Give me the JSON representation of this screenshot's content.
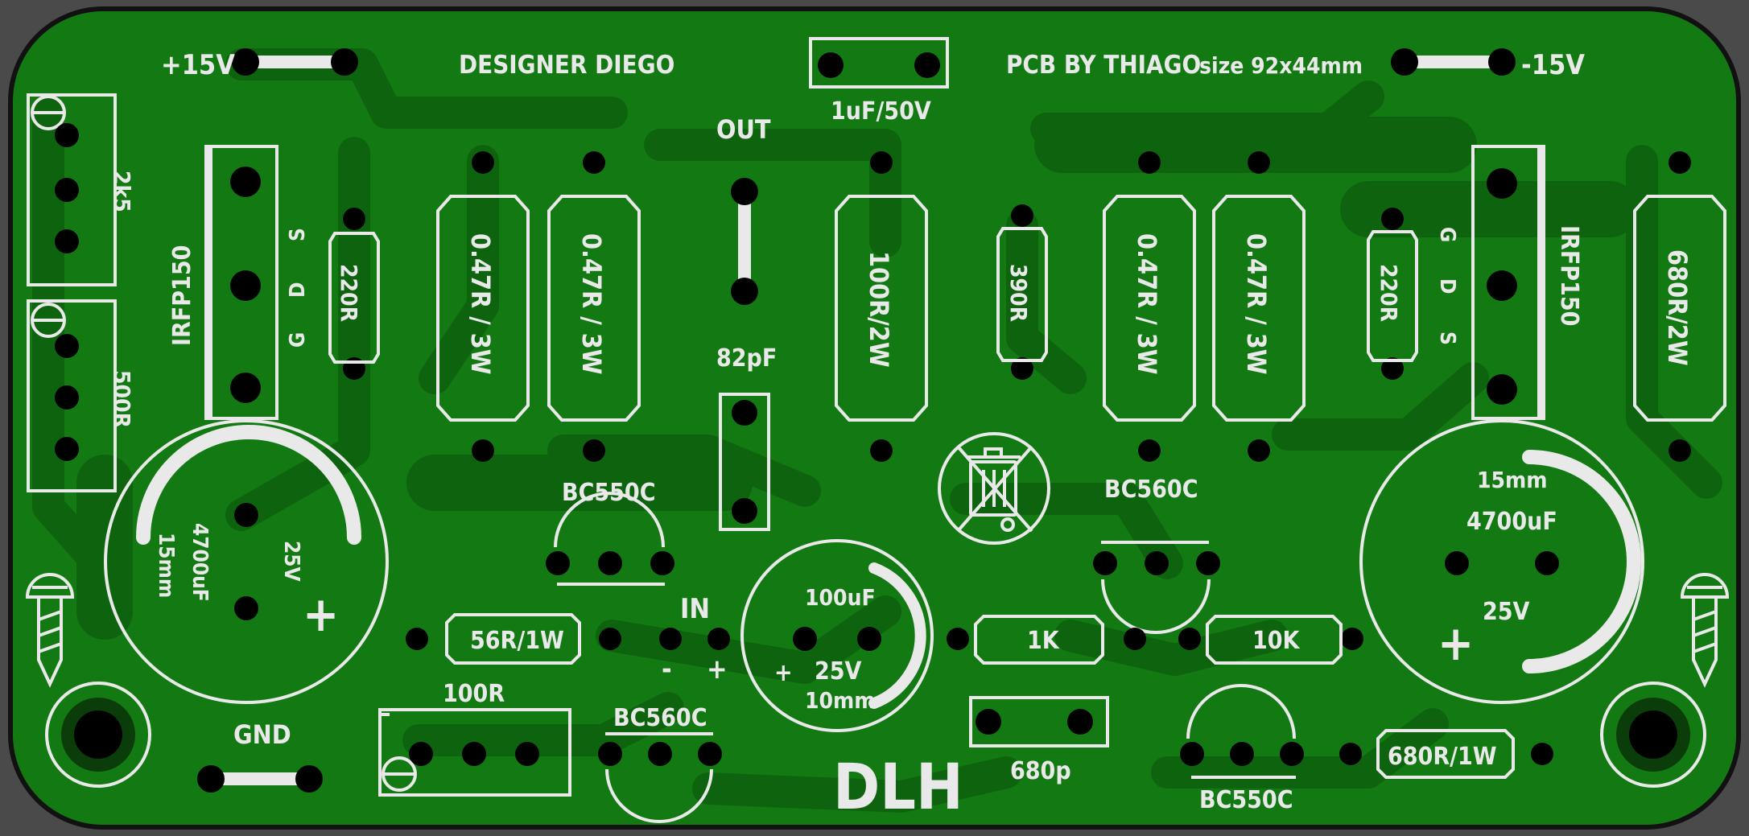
{
  "board": {
    "top_labels": {
      "plus_15v": "+15V",
      "designer": "DESIGNER DIEGO",
      "pcb_by": "PCB BY THIAGO",
      "size": "size 92x44mm",
      "minus_15v": "-15V",
      "out": "OUT",
      "in": "IN",
      "in_minus": "-",
      "in_plus": "+",
      "gnd": "GND",
      "brand": "DLH"
    },
    "components": {
      "c_1uf": "1uF/50V",
      "c_82pf": "82pF",
      "c_680p": "680p",
      "trim_2k5": "2k5",
      "trim_500r": "500R",
      "trim_100r": "100R",
      "mosfet_left": "IRFP150",
      "mosfet_right": "IRFP150",
      "gds_g": "G",
      "gds_d": "D",
      "gds_s": "S",
      "r_220_left": "220R",
      "r_220_right": "220R",
      "r_047_a": "0.47R / 3W",
      "r_047_b": "0.47R / 3W",
      "r_047_c": "0.47R / 3W",
      "r_047_d": "0.47R / 3W",
      "r_100_2w": "100R/2W",
      "r_390": "390R",
      "r_680_2w": "680R/2W",
      "r_56_1w": "56R/1W",
      "r_1k": "1K",
      "r_10k": "10K",
      "r_680_1w": "680R/1W",
      "q_bc550c_top": "BC550C",
      "q_bc560c_top": "BC560C",
      "q_bc560c_bottom": "BC560C",
      "q_bc550c_bottom": "BC550C",
      "cap_left_value": "4700uF",
      "cap_left_size": "15mm",
      "cap_left_voltage": "25V",
      "cap_right_value": "4700uF",
      "cap_right_size": "15mm",
      "cap_right_voltage": "25V",
      "cap_mid_value": "100uF",
      "cap_mid_voltage": "25V",
      "cap_mid_size": "10mm",
      "plus_sign": "+"
    },
    "colors": {
      "outside": "#4a4a4a",
      "board_edge": "#111111",
      "copper": "#137a13",
      "trace": "#0e640e",
      "silkscreen": "#e9e9e9",
      "pad": "#000000",
      "clearance": "#0a3d0a"
    }
  }
}
